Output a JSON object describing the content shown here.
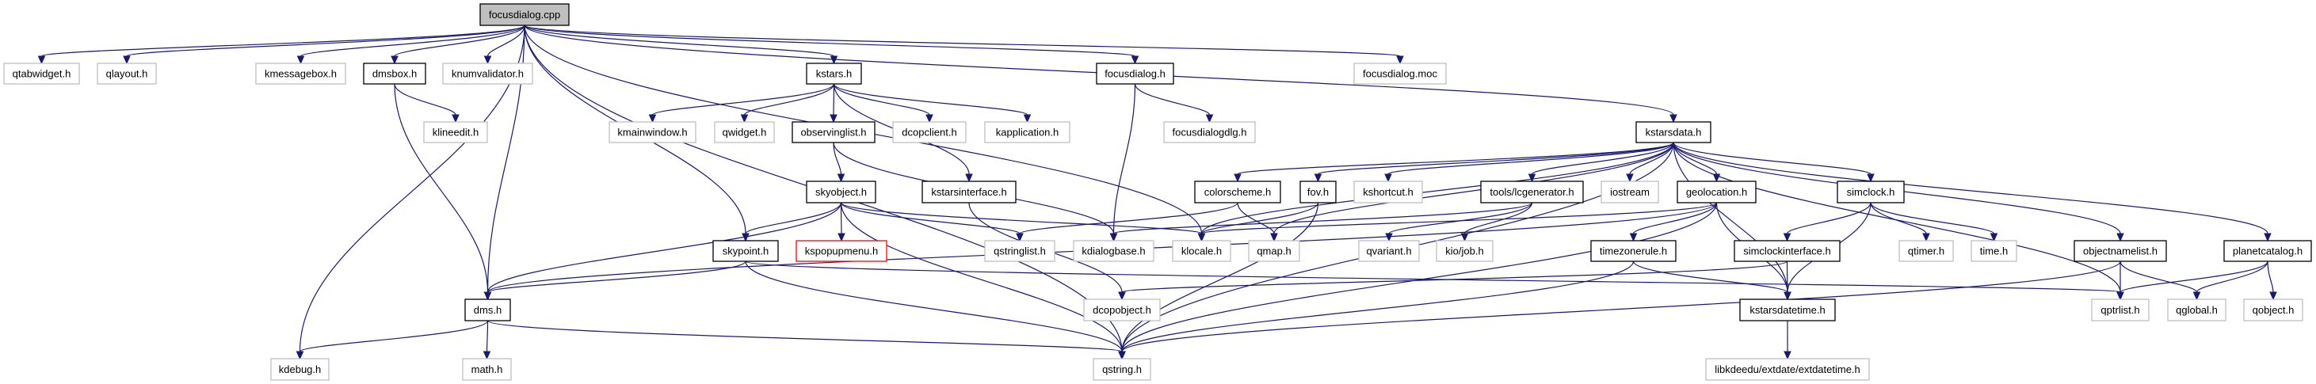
{
  "title": "focusdialog.cpp include dependency graph",
  "colors": {
    "edge": "#191970",
    "root_fill": "#bfbfbf",
    "documented_border": "#000000",
    "undocumented_border": "#bfbfbf",
    "missing_border": "#ff0000"
  },
  "nodes": [
    {
      "id": "focusdialog_cpp",
      "label": "focusdialog.cpp",
      "kind": "root"
    },
    {
      "id": "qtabwidget_h",
      "label": "qtabwidget.h",
      "kind": "external"
    },
    {
      "id": "qlayout_h",
      "label": "qlayout.h",
      "kind": "external"
    },
    {
      "id": "kmessagebox_h",
      "label": "kmessagebox.h",
      "kind": "external"
    },
    {
      "id": "dmsbox_h",
      "label": "dmsbox.h",
      "kind": "documented"
    },
    {
      "id": "knumvalidator_h",
      "label": "knumvalidator.h",
      "kind": "external"
    },
    {
      "id": "kstars_h",
      "label": "kstars.h",
      "kind": "documented"
    },
    {
      "id": "focusdialog_h",
      "label": "focusdialog.h",
      "kind": "documented"
    },
    {
      "id": "focusdialog_moc",
      "label": "focusdialog.moc",
      "kind": "external"
    },
    {
      "id": "klineedit_h",
      "label": "klineedit.h",
      "kind": "external"
    },
    {
      "id": "kmainwindow_h",
      "label": "kmainwindow.h",
      "kind": "external"
    },
    {
      "id": "qwidget_h",
      "label": "qwidget.h",
      "kind": "external"
    },
    {
      "id": "observinglist_h",
      "label": "observinglist.h",
      "kind": "documented"
    },
    {
      "id": "dcopclient_h",
      "label": "dcopclient.h",
      "kind": "external"
    },
    {
      "id": "kapplication_h",
      "label": "kapplication.h",
      "kind": "external"
    },
    {
      "id": "focusdialogdlg_h",
      "label": "focusdialogdlg.h",
      "kind": "external"
    },
    {
      "id": "kstarsdata_h",
      "label": "kstarsdata.h",
      "kind": "documented"
    },
    {
      "id": "skyobject_h",
      "label": "skyobject.h",
      "kind": "documented"
    },
    {
      "id": "kstarsinterface_h",
      "label": "kstarsinterface.h",
      "kind": "documented"
    },
    {
      "id": "colorscheme_h",
      "label": "colorscheme.h",
      "kind": "documented"
    },
    {
      "id": "fov_h",
      "label": "fov.h",
      "kind": "documented"
    },
    {
      "id": "kshortcut_h",
      "label": "kshortcut.h",
      "kind": "external"
    },
    {
      "id": "lcgenerator_h",
      "label": "tools/lcgenerator.h",
      "kind": "documented"
    },
    {
      "id": "iostream",
      "label": "iostream",
      "kind": "external"
    },
    {
      "id": "geolocation_h",
      "label": "geolocation.h",
      "kind": "documented"
    },
    {
      "id": "simclock_h",
      "label": "simclock.h",
      "kind": "documented"
    },
    {
      "id": "skypoint_h",
      "label": "skypoint.h",
      "kind": "documented"
    },
    {
      "id": "kspopupmenu_h",
      "label": "kspopupmenu.h",
      "kind": "missing"
    },
    {
      "id": "qstringlist_h",
      "label": "qstringlist.h",
      "kind": "external"
    },
    {
      "id": "kdialogbase_h",
      "label": "kdialogbase.h",
      "kind": "external"
    },
    {
      "id": "klocale_h",
      "label": "klocale.h",
      "kind": "external"
    },
    {
      "id": "qmap_h",
      "label": "qmap.h",
      "kind": "external"
    },
    {
      "id": "qvariant_h",
      "label": "qvariant.h",
      "kind": "external"
    },
    {
      "id": "kiojob_h",
      "label": "kio/job.h",
      "kind": "external"
    },
    {
      "id": "timezonerule_h",
      "label": "timezonerule.h",
      "kind": "documented"
    },
    {
      "id": "simclockinterface_h",
      "label": "simclockinterface.h",
      "kind": "documented"
    },
    {
      "id": "qtimer_h",
      "label": "qtimer.h",
      "kind": "external"
    },
    {
      "id": "time_h",
      "label": "time.h",
      "kind": "external"
    },
    {
      "id": "objectnamelist_h",
      "label": "objectnamelist.h",
      "kind": "documented"
    },
    {
      "id": "planetcatalog_h",
      "label": "planetcatalog.h",
      "kind": "documented"
    },
    {
      "id": "dms_h",
      "label": "dms.h",
      "kind": "documented"
    },
    {
      "id": "dcopobject_h",
      "label": "dcopobject.h",
      "kind": "external"
    },
    {
      "id": "kstarsdatetime_h",
      "label": "kstarsdatetime.h",
      "kind": "documented"
    },
    {
      "id": "qptrlist_h",
      "label": "qptrlist.h",
      "kind": "external"
    },
    {
      "id": "qglobal_h",
      "label": "qglobal.h",
      "kind": "external"
    },
    {
      "id": "qobject_h",
      "label": "qobject.h",
      "kind": "external"
    },
    {
      "id": "kdebug_h",
      "label": "kdebug.h",
      "kind": "external"
    },
    {
      "id": "math_h",
      "label": "math.h",
      "kind": "external"
    },
    {
      "id": "qstring_h",
      "label": "qstring.h",
      "kind": "external"
    },
    {
      "id": "extdatetime_h",
      "label": "libkdeedu/extdate/extdatetime.h",
      "kind": "external"
    }
  ],
  "edges": [
    [
      "focusdialog_cpp",
      "qtabwidget_h"
    ],
    [
      "focusdialog_cpp",
      "qlayout_h"
    ],
    [
      "focusdialog_cpp",
      "kmessagebox_h"
    ],
    [
      "focusdialog_cpp",
      "dmsbox_h"
    ],
    [
      "focusdialog_cpp",
      "knumvalidator_h"
    ],
    [
      "focusdialog_cpp",
      "kstars_h"
    ],
    [
      "focusdialog_cpp",
      "focusdialog_h"
    ],
    [
      "focusdialog_cpp",
      "focusdialog_moc"
    ],
    [
      "focusdialog_cpp",
      "kstarsdata_h"
    ],
    [
      "focusdialog_cpp",
      "skypoint_h"
    ],
    [
      "focusdialog_cpp",
      "klocale_h"
    ],
    [
      "focusdialog_cpp",
      "dms_h"
    ],
    [
      "focusdialog_cpp",
      "kdebug_h"
    ],
    [
      "focusdialog_cpp",
      "qstring_h"
    ],
    [
      "dmsbox_h",
      "klineedit_h"
    ],
    [
      "dmsbox_h",
      "dms_h"
    ],
    [
      "kstars_h",
      "kmainwindow_h"
    ],
    [
      "kstars_h",
      "qwidget_h"
    ],
    [
      "kstars_h",
      "observinglist_h"
    ],
    [
      "kstars_h",
      "dcopclient_h"
    ],
    [
      "kstars_h",
      "kapplication_h"
    ],
    [
      "kstars_h",
      "kstarsinterface_h"
    ],
    [
      "focusdialog_h",
      "focusdialogdlg_h"
    ],
    [
      "focusdialog_h",
      "kdialogbase_h"
    ],
    [
      "observinglist_h",
      "skyobject_h"
    ],
    [
      "observinglist_h",
      "kdialogbase_h"
    ],
    [
      "kstarsinterface_h",
      "dcopobject_h"
    ],
    [
      "skyobject_h",
      "skypoint_h"
    ],
    [
      "skyobject_h",
      "kspopupmenu_h"
    ],
    [
      "skyobject_h",
      "qstringlist_h"
    ],
    [
      "skyobject_h",
      "klocale_h"
    ],
    [
      "skyobject_h",
      "dms_h"
    ],
    [
      "skyobject_h",
      "qstring_h"
    ],
    [
      "skypoint_h",
      "dms_h"
    ],
    [
      "skypoint_h",
      "qstring_h"
    ],
    [
      "skypoint_h",
      "qptrlist_h"
    ],
    [
      "kstarsdata_h",
      "colorscheme_h"
    ],
    [
      "kstarsdata_h",
      "fov_h"
    ],
    [
      "kstarsdata_h",
      "kshortcut_h"
    ],
    [
      "kstarsdata_h",
      "lcgenerator_h"
    ],
    [
      "kstarsdata_h",
      "iostream"
    ],
    [
      "kstarsdata_h",
      "geolocation_h"
    ],
    [
      "kstarsdata_h",
      "simclock_h"
    ],
    [
      "kstarsdata_h",
      "objectnamelist_h"
    ],
    [
      "kstarsdata_h",
      "planetcatalog_h"
    ],
    [
      "kstarsdata_h",
      "qmap_h"
    ],
    [
      "kstarsdata_h",
      "kstarsdatetime_h"
    ],
    [
      "kstarsdata_h",
      "qptrlist_h"
    ],
    [
      "kstarsdata_h",
      "qstring_h"
    ],
    [
      "kstarsdata_h",
      "klocale_h"
    ],
    [
      "colorscheme_h",
      "qstringlist_h"
    ],
    [
      "colorscheme_h",
      "qmap_h"
    ],
    [
      "fov_h",
      "klocale_h"
    ],
    [
      "fov_h",
      "qstring_h"
    ],
    [
      "lcgenerator_h",
      "qvariant_h"
    ],
    [
      "lcgenerator_h",
      "kiojob_h"
    ],
    [
      "lcgenerator_h",
      "kdialogbase_h"
    ],
    [
      "geolocation_h",
      "timezonerule_h"
    ],
    [
      "geolocation_h",
      "kstarsdatetime_h"
    ],
    [
      "geolocation_h",
      "dms_h"
    ],
    [
      "geolocation_h",
      "klocale_h"
    ],
    [
      "geolocation_h",
      "qstring_h"
    ],
    [
      "simclock_h",
      "simclockinterface_h"
    ],
    [
      "simclock_h",
      "qtimer_h"
    ],
    [
      "simclock_h",
      "time_h"
    ],
    [
      "simclock_h",
      "kstarsdatetime_h"
    ],
    [
      "simclockinterface_h",
      "kstarsdatetime_h"
    ],
    [
      "simclockinterface_h",
      "dcopobject_h"
    ],
    [
      "timezonerule_h",
      "kstarsdatetime_h"
    ],
    [
      "timezonerule_h",
      "qstring_h"
    ],
    [
      "objectnamelist_h",
      "qptrlist_h"
    ],
    [
      "objectnamelist_h",
      "qglobal_h"
    ],
    [
      "objectnamelist_h",
      "qstring_h"
    ],
    [
      "planetcatalog_h",
      "qptrlist_h"
    ],
    [
      "planetcatalog_h",
      "qglobal_h"
    ],
    [
      "planetcatalog_h",
      "qobject_h"
    ],
    [
      "kstarsdatetime_h",
      "extdatetime_h"
    ],
    [
      "dms_h",
      "kdebug_h"
    ],
    [
      "dms_h",
      "math_h"
    ],
    [
      "dms_h",
      "qstring_h"
    ]
  ]
}
